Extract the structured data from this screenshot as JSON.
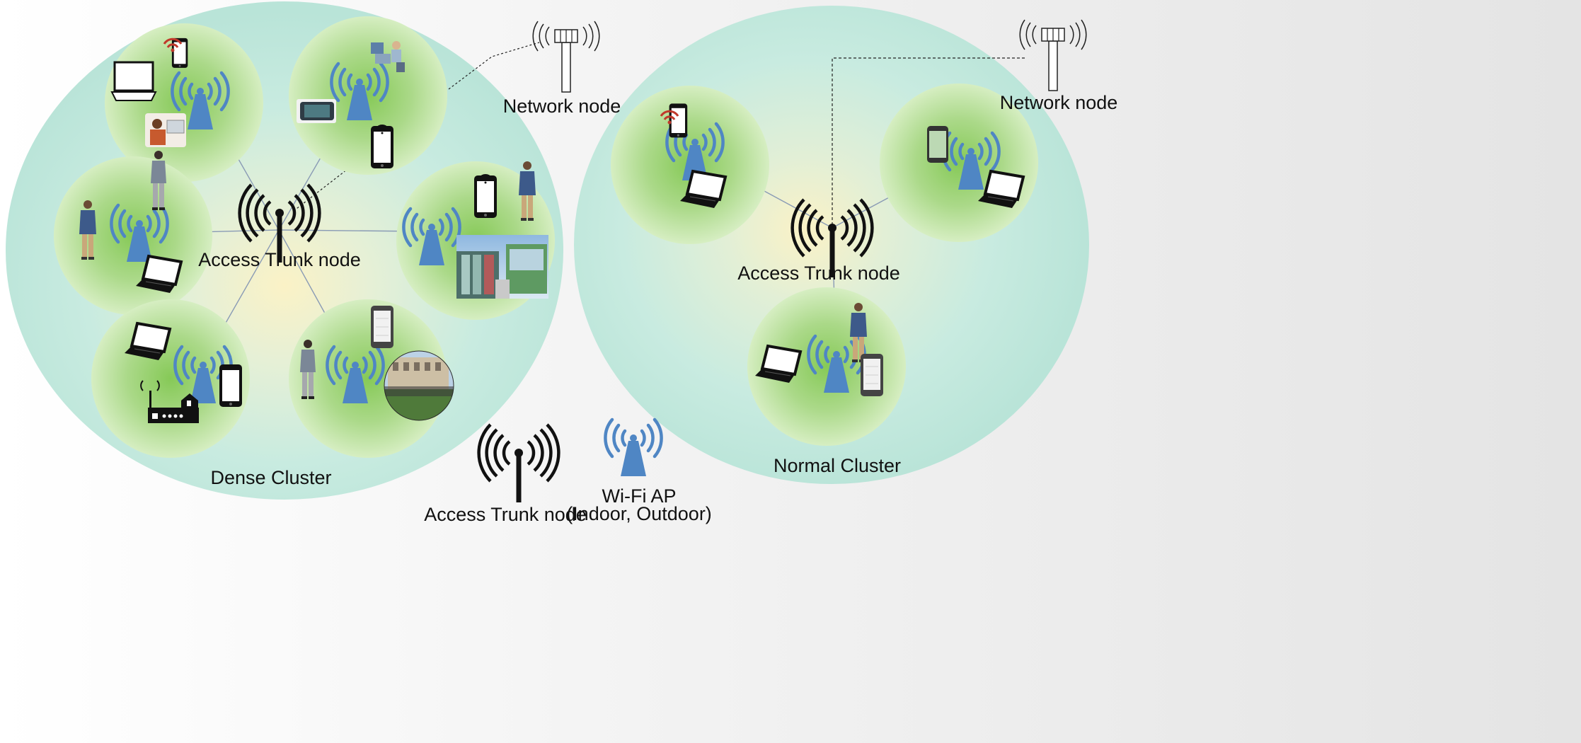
{
  "labels": {
    "network_node": "Network node",
    "access_trunk_node": "Access Trunk node",
    "dense_cluster": "Dense Cluster",
    "normal_cluster": "Normal Cluster",
    "wifi_ap": "Wi-Fi AP",
    "wifi_ap_sub": "(Indoor, Outdoor)"
  },
  "legend": {
    "access_trunk_node": "Access Trunk node",
    "wifi_ap": "Wi-Fi AP",
    "wifi_ap_sub": "(Indoor, Outdoor)"
  },
  "colors": {
    "cluster_fill": "#c4e9df",
    "cell_center": "#8ccc5c",
    "cell_edge": "#d4ecbd",
    "trunk_glow": "#fbf2c8",
    "wifi_blue": "#4f86c4",
    "link_line": "#8a9bb5",
    "antenna_black": "#111111"
  },
  "icons": [
    "wifi-ap-icon",
    "access-trunk-icon",
    "network-node-tower-icon",
    "smartphone-icon",
    "laptop-icon",
    "desktop-computer-icon",
    "person-icon",
    "tablet-icon",
    "home-router-icon",
    "bus-stop-photo",
    "plaza-crowd-photo"
  ]
}
